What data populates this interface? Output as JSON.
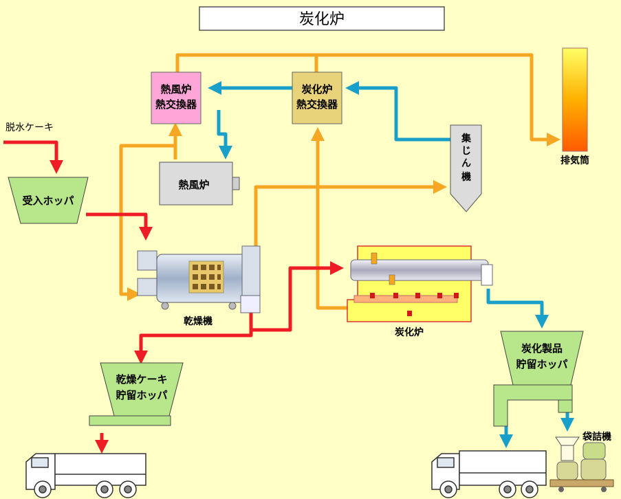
{
  "title": "炭化炉",
  "labels": {
    "dewater_cake": "脱水ケーキ",
    "receiving_hopper": "受入ホッパ",
    "hot_air_furnace_hx_1": "熱風炉",
    "hot_air_furnace_hx_2": "熱交換器",
    "carbonizer_hx_1": "炭化炉",
    "carbonizer_hx_2": "熱交換器",
    "hot_air_furnace": "熱風炉",
    "dust_collector": [
      "集",
      "じ",
      "ん",
      "機"
    ],
    "stack": "排気筒",
    "dryer": "乾燥機",
    "carbonizer": "炭化炉",
    "dried_cake_hopper_1": "乾燥ケーキ",
    "dried_cake_hopper_2": "貯留ホッパ",
    "product_hopper_1": "炭化製品",
    "product_hopper_2": "貯留ホッパ",
    "bagging_machine": "袋詰機"
  },
  "colors": {
    "background": "#ffffc6",
    "sludge_flow": "#ee1c25",
    "hot_gas_flow": "#f5a623",
    "cooling_flow": "#1aa0c8",
    "hopper": "#b8e68a",
    "hx_pink": "#ffa6d9",
    "hx_tan": "#e8d27a",
    "equipment_gray": "#dcdcdc",
    "carbonizer_body": "#ffff66"
  }
}
